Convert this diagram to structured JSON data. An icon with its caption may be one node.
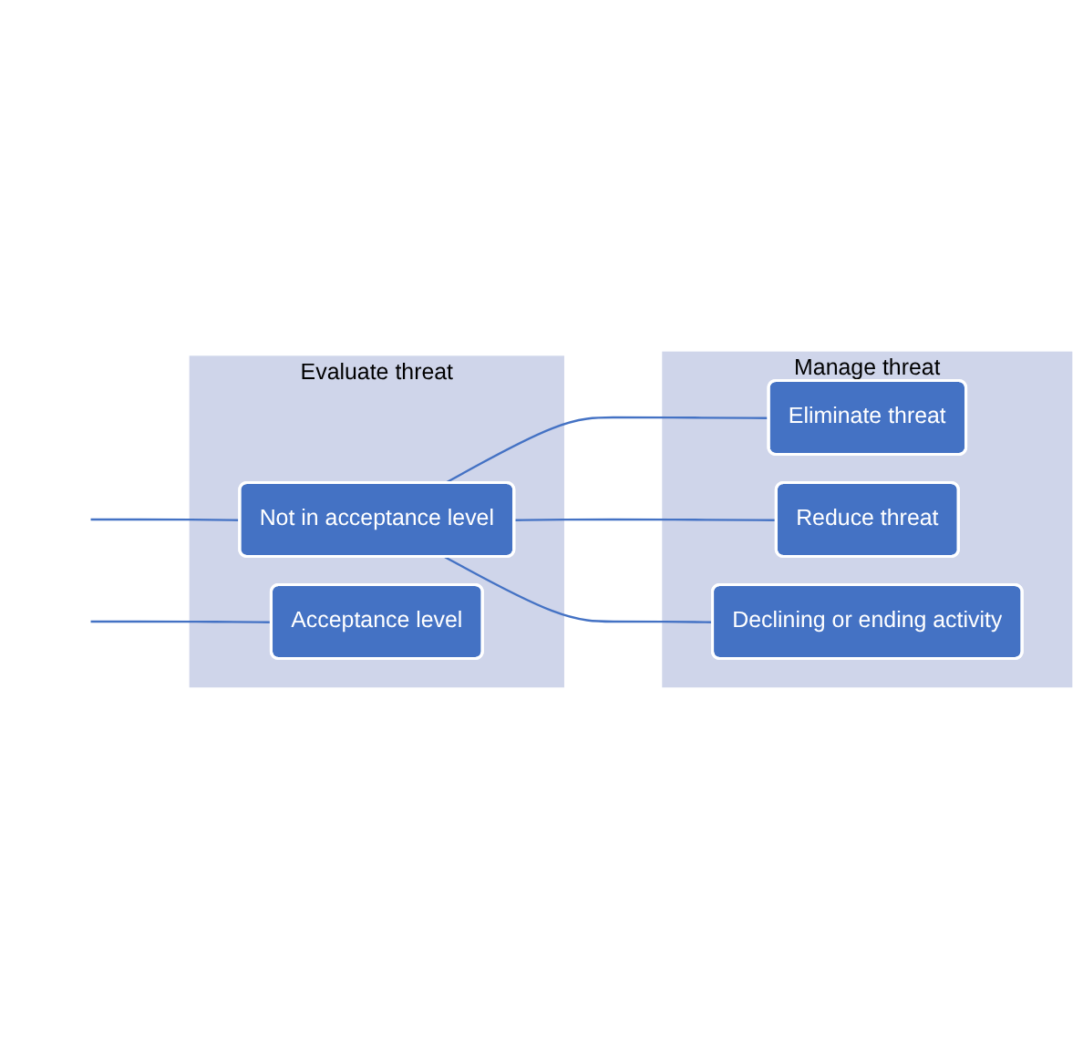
{
  "diagram": {
    "nodes": [
      {
        "text": [
          "Evaluate threat"
        ]
      },
      {
        "text": [
          "Not in acceptance level"
        ],
        "in": 0
      },
      {
        "text": [
          "Acceptance level"
        ],
        "in": 0
      },
      {
        "text": [
          "Manage threat"
        ]
      },
      {
        "text": [
          "Eliminate threat"
        ],
        "in": 3
      },
      {
        "text": [
          "Reduce threat"
        ],
        "in": 3
      },
      {
        "text": [
          "Declining or ending activity"
        ],
        "in": 3
      }
    ],
    "edges": [
      {
        "from": null,
        "to": 1,
        "arrow": "none"
      },
      {
        "from": null,
        "to": 2,
        "arrow": "none"
      },
      {
        "from": 1,
        "to": 4,
        "arrow": "none"
      },
      {
        "from": 1,
        "to": 5,
        "arrow": "none"
      },
      {
        "from": 1,
        "to": 6,
        "arrow": "none"
      }
    ]
  }
}
